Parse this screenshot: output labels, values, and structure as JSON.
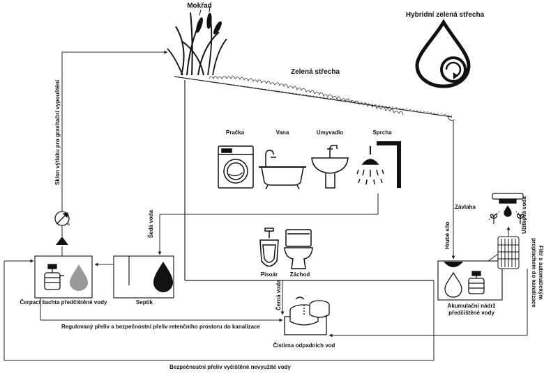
{
  "labels": {
    "mokrad": "Mokřad",
    "hybrid_roof": "Hybridní zelená střecha",
    "green_roof": "Zelená střecha",
    "washer": "Pračka",
    "bath": "Vana",
    "sink": "Umyvadlo",
    "shower": "Sprcha",
    "urinal": "Pisoár",
    "toilet": "Záchod",
    "grey_water": "Šedá voda",
    "black_water": "Černá voda",
    "pump_shaft": "Čerpací šachta předčištěné vody",
    "septic": "Septik",
    "treatment": "Čistírna odpadních vod",
    "coarse_screen": "Hrubé síto",
    "tank": "Akumulační nádrž\npředčištěné vody",
    "filter": "Filtr s automatickým\nproplachem do kanalizace",
    "irrigation": "Závlaha",
    "service_water": "Užitková voda",
    "pressure_slope": "Sklon výtlaku pro gravitační vypouštění",
    "regulated_overflow": "Regulovaný přeliv a bezpečnostní přeliv retenčního prostoru do kanalizace",
    "safety_overflow": "Bezpečnostní přeliv vyčištěné nevyužité vody"
  },
  "icons": [
    "reeds-icon",
    "water-drop-recycle-icon",
    "washing-machine-icon",
    "bathtub-icon",
    "sink-icon",
    "shower-icon",
    "urinal-icon",
    "toilet-icon",
    "pump-icon",
    "water-drop-icon",
    "treatment-plant-icon",
    "filter-cartridge-icon",
    "irrigation-icon",
    "meter-icon",
    "valve-icon"
  ],
  "colors": {
    "line": "#222222",
    "drop_light": "#9a9a9a",
    "drop_dark": "#111111"
  }
}
